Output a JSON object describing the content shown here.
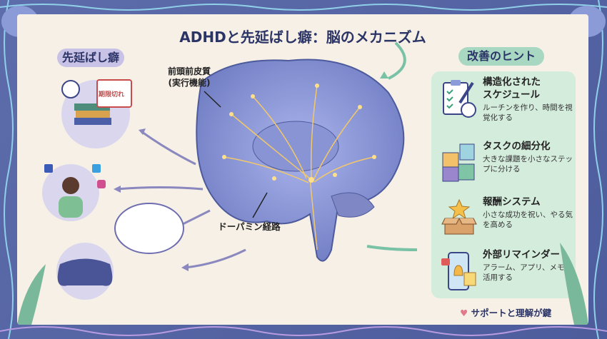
{
  "title": "ADHDと先延ばし癖：脳のメカニズム",
  "left_section": {
    "label": "先延ばし癖",
    "calendar_text": "期限切れ"
  },
  "brain_labels": {
    "prefrontal": "前頭前皮質",
    "prefrontal_sub": "(実行機能)",
    "dopamine": "ドーパミン経路"
  },
  "right_section": {
    "label": "改善のヒント",
    "tips": [
      {
        "icon": "clipboard-clock-icon",
        "title": "構造化された\nスケジュール",
        "desc": "ルーチンを作り、時間を視覚化する"
      },
      {
        "icon": "puzzle-icon",
        "title": "タスクの細分化",
        "desc": "大きな課題を小さなステップに分ける"
      },
      {
        "icon": "gift-box-star-icon",
        "title": "報酬システム",
        "desc": "小さな成功を祝い、やる気を高める"
      },
      {
        "icon": "phone-bell-icon",
        "title": "外部リマインダー",
        "desc": "アラーム、アプリ、メモを活用する"
      }
    ]
  },
  "footer": "サポートと理解が鍵",
  "colors": {
    "navy": "#2b3466",
    "lavender": "#c8c2e6",
    "mint": "#a8d7c2",
    "panel": "#d4ecdc",
    "cream": "#f7f0e6"
  }
}
